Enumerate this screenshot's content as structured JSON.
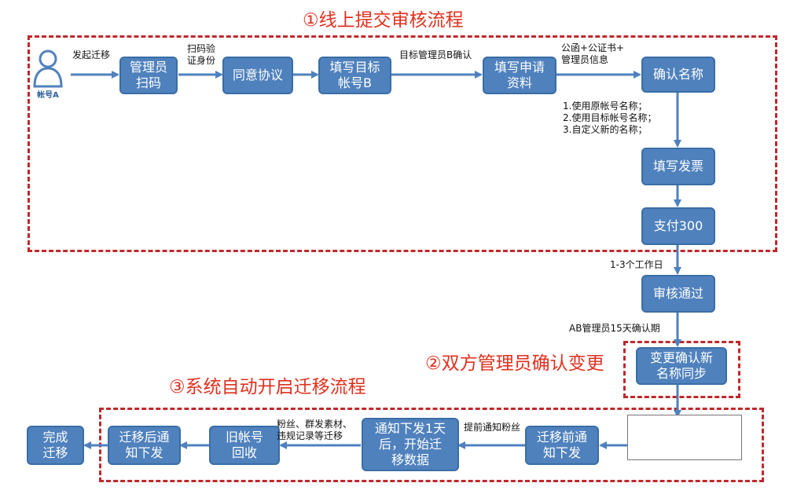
{
  "titles": {
    "phase1": "①线上提交审核流程",
    "phase2": "②双方管理员确认变更",
    "phase3": "③系统自动开启迁移流程"
  },
  "account": {
    "label": "帐号A",
    "icon": "user-icon"
  },
  "nodes": {
    "admin_scan": "管理员\n扫码",
    "agree": "同意协议",
    "fill_target": "填写目标\n帐号B",
    "fill_apply": "填写申请\n资料",
    "confirm_name": "确认名称",
    "fill_invoice": "填写发票",
    "pay": "支付300",
    "approved": "审核通过",
    "change_confirm": "变更确认新\n名称同步",
    "pre_notice": "迁移前通\n知下发",
    "migrate_data": "通知下发1天\n后，开始迁\n移数据",
    "recycle": "旧帐号\n回收",
    "post_notice": "迁移后通\n知下发",
    "complete": "完成\n迁移"
  },
  "edge_labels": {
    "start_migrate": "发起迁移",
    "scan_verify": "扫码验\n证身份",
    "target_admin_confirm": "目标管理员B确认",
    "materials": "公函+公证书+\n管理员信息",
    "name_options": "1.使用原帐号名称；\n2.使用目标帐号名称；\n3.自定义新的名称；",
    "workdays": "1-3个工作日",
    "confirm_period": "AB管理员15天确认期",
    "advance_notice": "提前通知粉丝",
    "migrate_items": "粉丝、群发素材、\n违规记录等迁移"
  },
  "colors": {
    "node_fill": "#4f81bd",
    "dash": "#c0282b",
    "title": "#e0301e",
    "arrow": "#4f81bd"
  }
}
